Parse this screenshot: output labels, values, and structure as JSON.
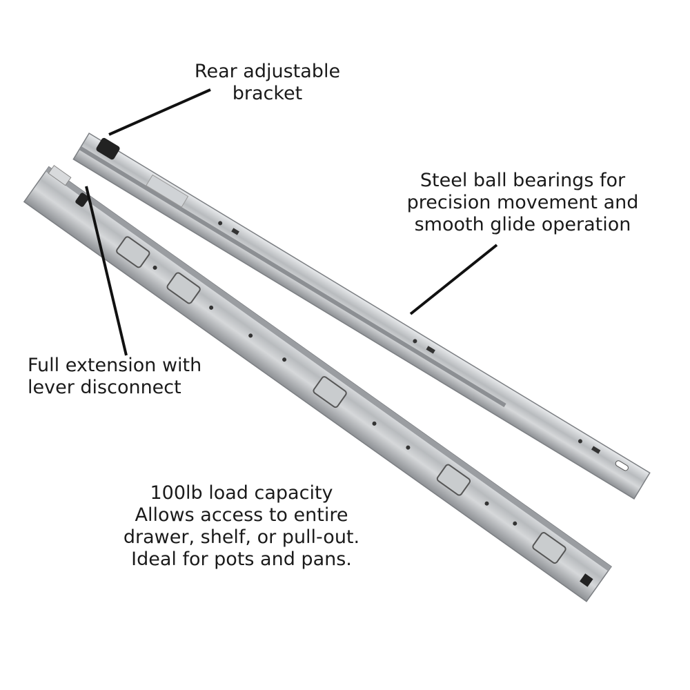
{
  "callouts": {
    "rear_bracket": [
      "Rear adjustable",
      "bracket"
    ],
    "ball_bearings": [
      "Steel ball bearings for",
      "precision movement and",
      "smooth glide operation"
    ],
    "full_extension": [
      "Full extension with",
      "lever disconnect"
    ],
    "load_capacity": [
      "100lb load capacity",
      "Allows access to entire",
      "drawer, shelf, or pull-out.",
      "Ideal for pots and pans."
    ]
  },
  "colors": {
    "text": "#1a1a1a",
    "leader_line": "#111111",
    "steel": "#b9bcbf"
  }
}
